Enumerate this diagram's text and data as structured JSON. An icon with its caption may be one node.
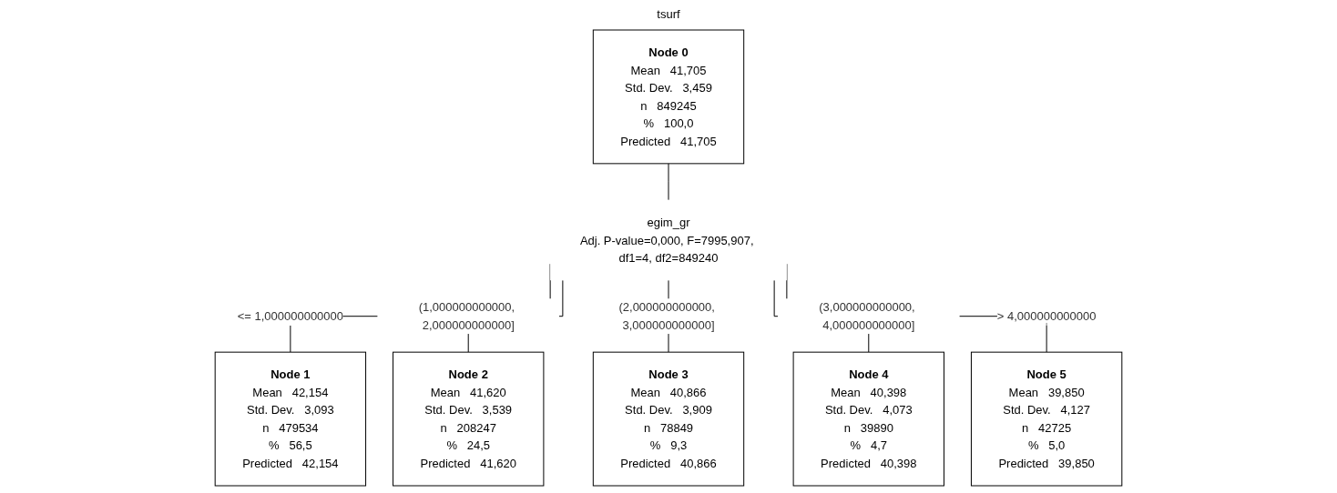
{
  "diagram": {
    "title": "tsurf",
    "nodes": [
      {
        "text": [
          "Node 0",
          "Mean",
          "41,705",
          "Std. Dev.",
          "3,459",
          "n",
          "849245",
          "%",
          "100,0",
          "Predicted",
          "41,705"
        ]
      },
      {
        "text": [
          "egim_gr",
          "Adj. P-value=0,000, F=7995,907, df1=4, df2=849240"
        ]
      },
      {
        "text": [
          "Node 1",
          "Mean",
          "42,154",
          "Std. Dev.",
          "3,093",
          "n",
          "479534",
          "%",
          "56,5",
          "Predicted",
          "42,154"
        ]
      },
      {
        "text": [
          "Node 2",
          "Mean",
          "41,620",
          "Std. Dev.",
          "3,539",
          "n",
          "208247",
          "%",
          "24,5",
          "Predicted",
          "41,620"
        ]
      },
      {
        "text": [
          "Node 3",
          "Mean",
          "40,866",
          "Std. Dev.",
          "3,909",
          "n",
          "78849",
          "%",
          "9,3",
          "Predicted",
          "40,866"
        ]
      },
      {
        "text": [
          "Node 4",
          "Mean",
          "40,398",
          "Std. Dev.",
          "4,073",
          "n",
          "39890",
          "%",
          "4,7",
          "Predicted",
          "40,398"
        ]
      },
      {
        "text": [
          "Node 5",
          "Mean",
          "39,850",
          "Std. Dev.",
          "4,127",
          "n",
          "42725",
          "%",
          "5,0",
          "Predicted",
          "39,850"
        ]
      }
    ],
    "edges": [
      {
        "from": 0,
        "to": 1,
        "arrow": "none"
      },
      {
        "from": 1,
        "to": 2,
        "arrow": "none",
        "label": "<= 1,000000000000"
      },
      {
        "from": 1,
        "to": 3,
        "arrow": "none",
        "label": "(1,000000000000, 2,000000000000]"
      },
      {
        "from": 1,
        "to": 4,
        "arrow": "none",
        "label": "(2,000000000000, 3,000000000000]"
      },
      {
        "from": 1,
        "to": 5,
        "arrow": "none",
        "label": "(3,000000000000, 4,000000000000]"
      },
      {
        "from": 1,
        "to": 6,
        "arrow": "none",
        "label": "> 4,000000000000"
      }
    ]
  }
}
